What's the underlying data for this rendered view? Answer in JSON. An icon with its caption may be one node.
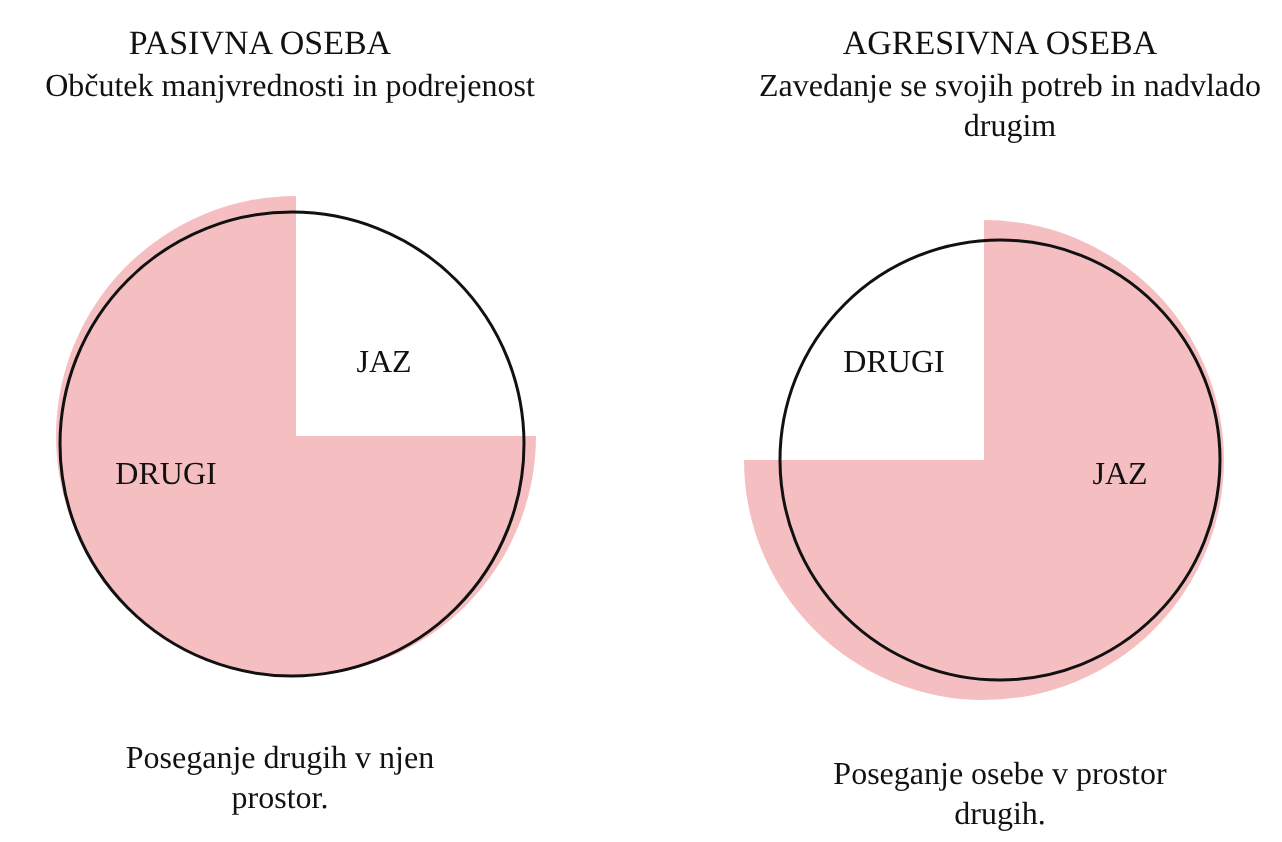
{
  "diagram": {
    "nodes": [
      {
        "text": [
          "JAZ"
        ]
      },
      {
        "text": [
          "DRUGI"
        ]
      },
      {
        "text": [
          "DRUGI"
        ]
      },
      {
        "text": [
          "JAZ"
        ]
      }
    ],
    "labels": [
      "PASIVNA OSEBA",
      "AGRESIVNA OSEBA",
      "Občutek manjvrednosti in podrejenost",
      "Zavedanje se svojih potreb in nadvlado drugim",
      "Poseganje drugih v njen prostor.",
      "Poseganje osebe v prostor drugih."
    ]
  }
}
